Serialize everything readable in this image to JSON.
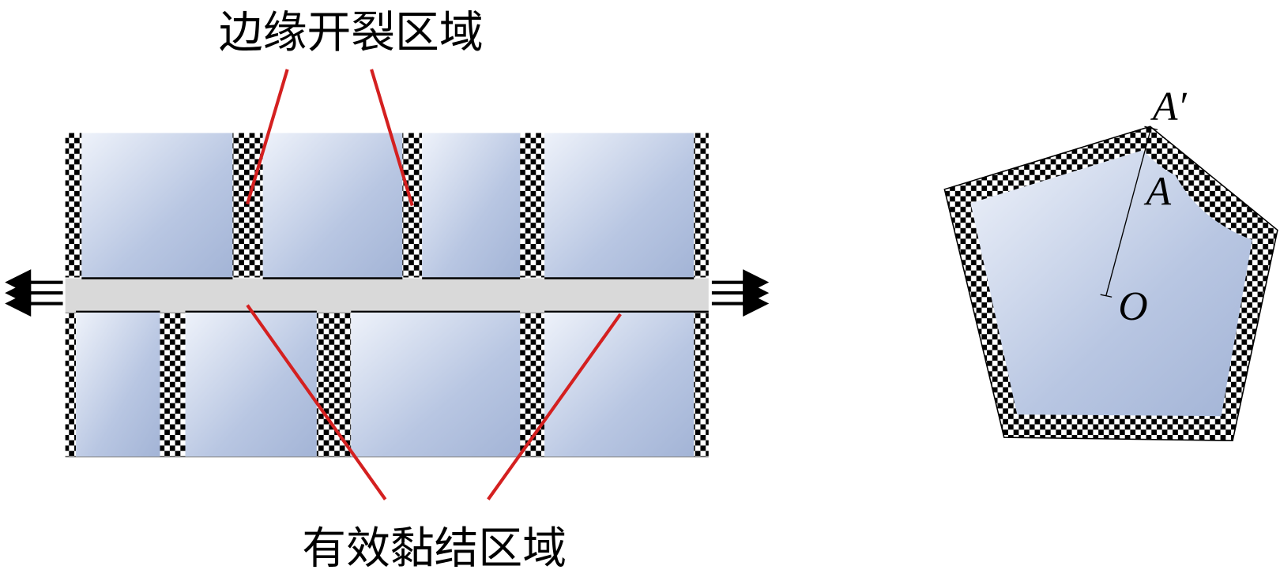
{
  "diagram": {
    "label_top": "边缘开裂区域",
    "label_bottom": "有效黏结区域",
    "point_a_prime": "A′",
    "point_a": "A",
    "point_o": "O"
  },
  "colors": {
    "annotation_line": "#d42020",
    "bar_fill": "#d9d9d9",
    "block_light": "#eef2fa",
    "block_dark": "#a3b4d6"
  }
}
